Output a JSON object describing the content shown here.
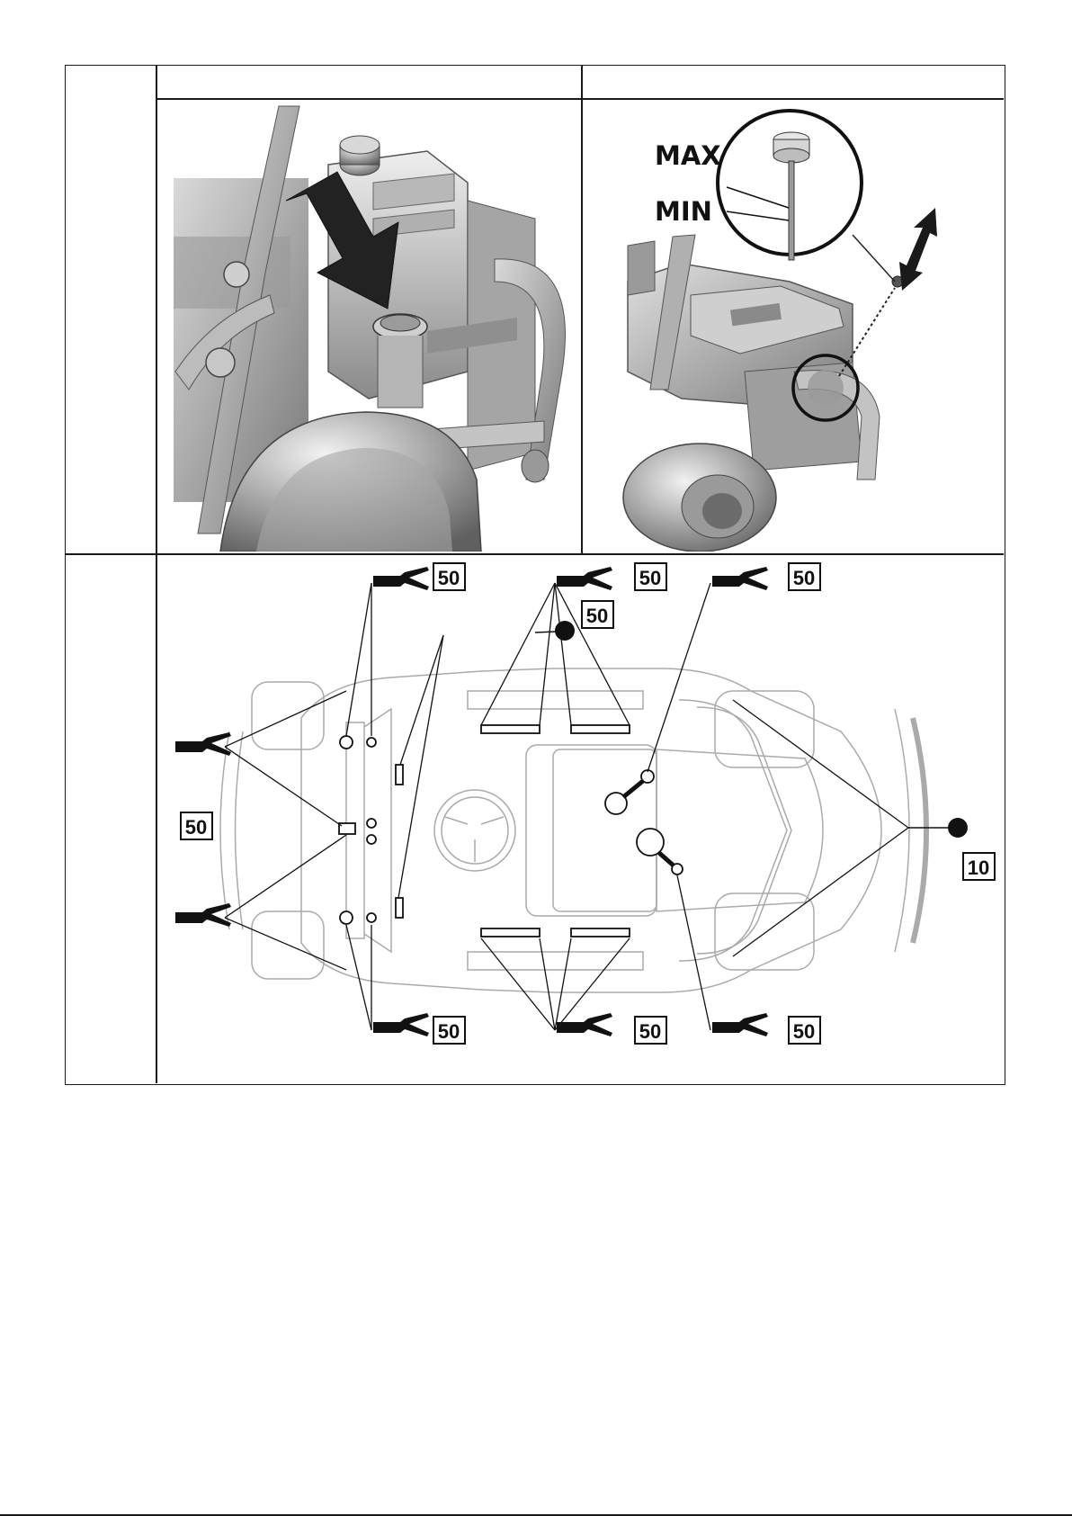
{
  "figure_top_left": {
    "alt": "fuel tank filler cap"
  },
  "figure_top_right": {
    "max_label": "MAX",
    "min_label": "MIN"
  },
  "lubrication_chart": {
    "intervals": {
      "top_left": "50",
      "top_mid_small": "50",
      "top_center": "50",
      "top_right": "50",
      "left_side": "50",
      "right_side": "10",
      "bottom_left": "50",
      "bottom_center": "50",
      "bottom_right": "50"
    }
  }
}
